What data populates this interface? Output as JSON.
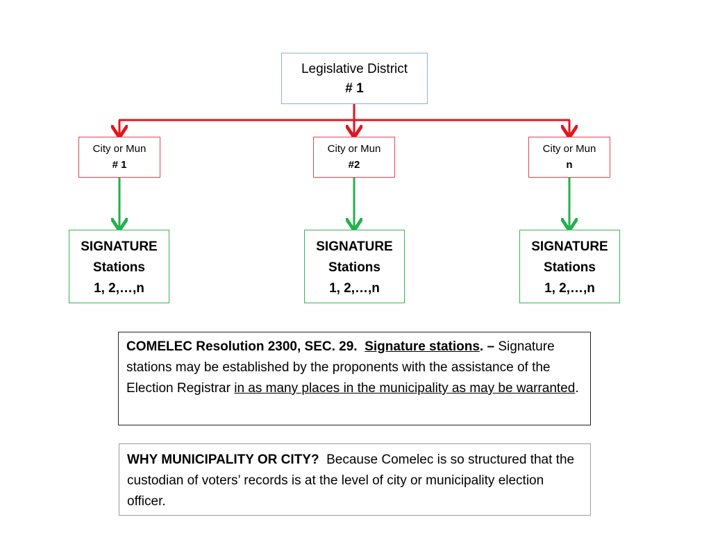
{
  "top_node": {
    "line1": "Legislative District",
    "line2": "# 1"
  },
  "city_nodes": [
    {
      "line1": "City or Mun",
      "line2": "# 1"
    },
    {
      "line1": "City or Mun",
      "line2": "#2"
    },
    {
      "line1": "City or Mun",
      "line2": "n"
    }
  ],
  "signature_nodes": [
    {
      "line1": "SIGNATURE",
      "line2": "Stations",
      "line3": "1, 2,…,n"
    },
    {
      "line1": "SIGNATURE",
      "line2": "Stations",
      "line3": "1, 2,…,n"
    },
    {
      "line1": "SIGNATURE",
      "line2": "Stations",
      "line3": "1, 2,…,n"
    }
  ],
  "resolution": {
    "heading": "COMELEC Resolution 2300, SEC. 29.",
    "section_title": "Signature stations",
    "dash": ". –",
    "body_1": "Signature stations may be established by the proponents with the assistance of the Election Registrar ",
    "body_underlined": "in as many places in the municipality as may be warranted",
    "body_end": "."
  },
  "why": {
    "heading": "WHY MUNICIPALITY OR CITY?",
    "body": "Because Comelec is so structured that the custodian of voters’ records is at the level of city or municipality election officer."
  },
  "colors": {
    "red_connector": "#e3151d",
    "green_connector": "#22b14c",
    "top_border": "#8eaed6"
  }
}
